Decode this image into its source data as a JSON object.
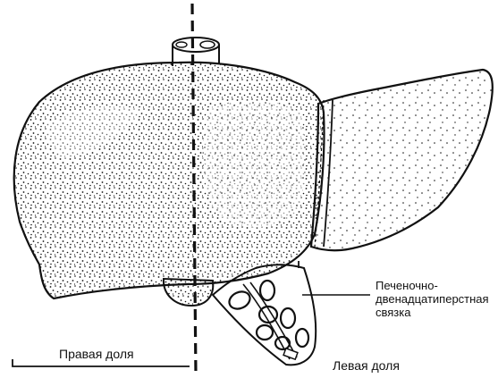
{
  "labels": {
    "right_lobe": "Правая доля",
    "left_lobe": "Левая доля",
    "ligament": [
      "Печеночно-",
      "двенадцатиперстная",
      "связка"
    ]
  },
  "colors": {
    "ink": "#111111",
    "background": "#ffffff"
  }
}
